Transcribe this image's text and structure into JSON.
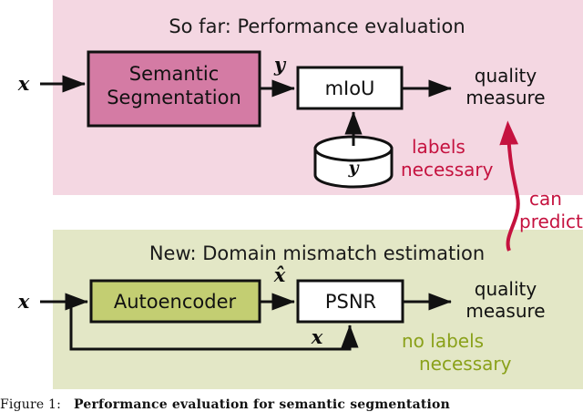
{
  "figure": {
    "caption_prefix": "Figure 1:",
    "caption_bold": "Performance evaluation for semantic segmentation"
  },
  "colors": {
    "panel_pink": "#f4d7e2",
    "panel_green": "#e3e7c6",
    "box_pink": "#d47ba4",
    "box_green": "#c3ce72",
    "box_white": "#ffffff",
    "stroke": "#111111",
    "note_red": "#c5123f",
    "note_green": "#8aa11a",
    "text_dark": "#111111",
    "page_bg": "#ffffff"
  },
  "top_panel": {
    "name": "performance-evaluation-panel",
    "title": "So far:  Performance evaluation",
    "input_label": "x",
    "process_box": {
      "line1": "Semantic",
      "line2": "Segmentation"
    },
    "intermediate_label": "y",
    "metric_box": "mIoU",
    "database_label": "ȳ",
    "output_label_line1": "quality",
    "output_label_line2": "measure",
    "note_line1": "labels",
    "note_line2": "necessary"
  },
  "bottom_panel": {
    "name": "domain-mismatch-panel",
    "title": "New:  Domain mismatch estimation",
    "input_label": "x",
    "process_box": "Autoencoder",
    "intermediate_label": "x̂",
    "metric_box": "PSNR",
    "feedback_label": "x",
    "output_label_line1": "quality",
    "output_label_line2": "measure",
    "note_line1": "no labels",
    "note_line2": "necessary"
  },
  "connector": {
    "name": "can-predict-annotation",
    "line1": "can",
    "line2": "predict"
  }
}
